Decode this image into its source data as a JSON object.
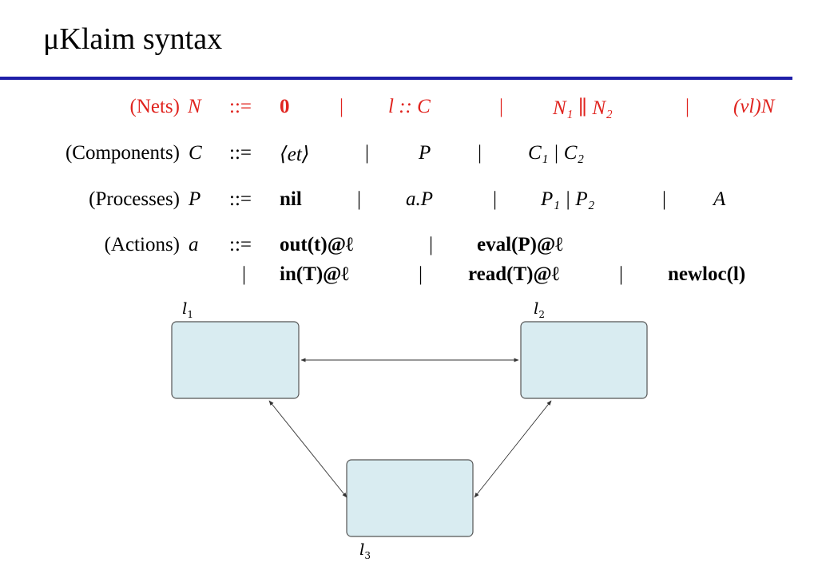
{
  "slide": {
    "title": "μKlaim syntax",
    "rule_color": "#1f1fa8"
  },
  "grammar": {
    "nets": {
      "category": "(Nets)",
      "symbol": "N",
      "def": "::=",
      "alts": [
        "0",
        "|",
        "l :: C",
        "|",
        "N₁ ∥ N₂",
        "|",
        "(νl)N"
      ]
    },
    "components": {
      "category": "(Components)",
      "symbol": "C",
      "def": "::=",
      "alts": [
        "⟨et⟩",
        "|",
        "P",
        "|",
        "C₁ | C₂"
      ]
    },
    "processes": {
      "category": "(Processes)",
      "symbol": "P",
      "def": "::=",
      "alts": [
        "nil",
        "|",
        "a.P",
        "|",
        "P₁ | P₂",
        "|",
        "A"
      ]
    },
    "actions": {
      "category": "(Actions)",
      "symbol": "a",
      "def": "::=",
      "line1": [
        "out(t)@ℓ",
        "|",
        "eval(P)@ℓ"
      ],
      "line2": [
        "|",
        "in(T)@ℓ",
        "|",
        "read(T)@ℓ",
        "|",
        "newloc(l)"
      ]
    },
    "colors": {
      "nets": "#e0241f",
      "default": "#000000"
    }
  },
  "diagram": {
    "node_fill": "#d9ecf1",
    "node_stroke": "#555555",
    "labels": {
      "l1": "l",
      "l1_sub": "1",
      "l2": "l",
      "l2_sub": "2",
      "l3": "l",
      "l3_sub": "3"
    }
  }
}
